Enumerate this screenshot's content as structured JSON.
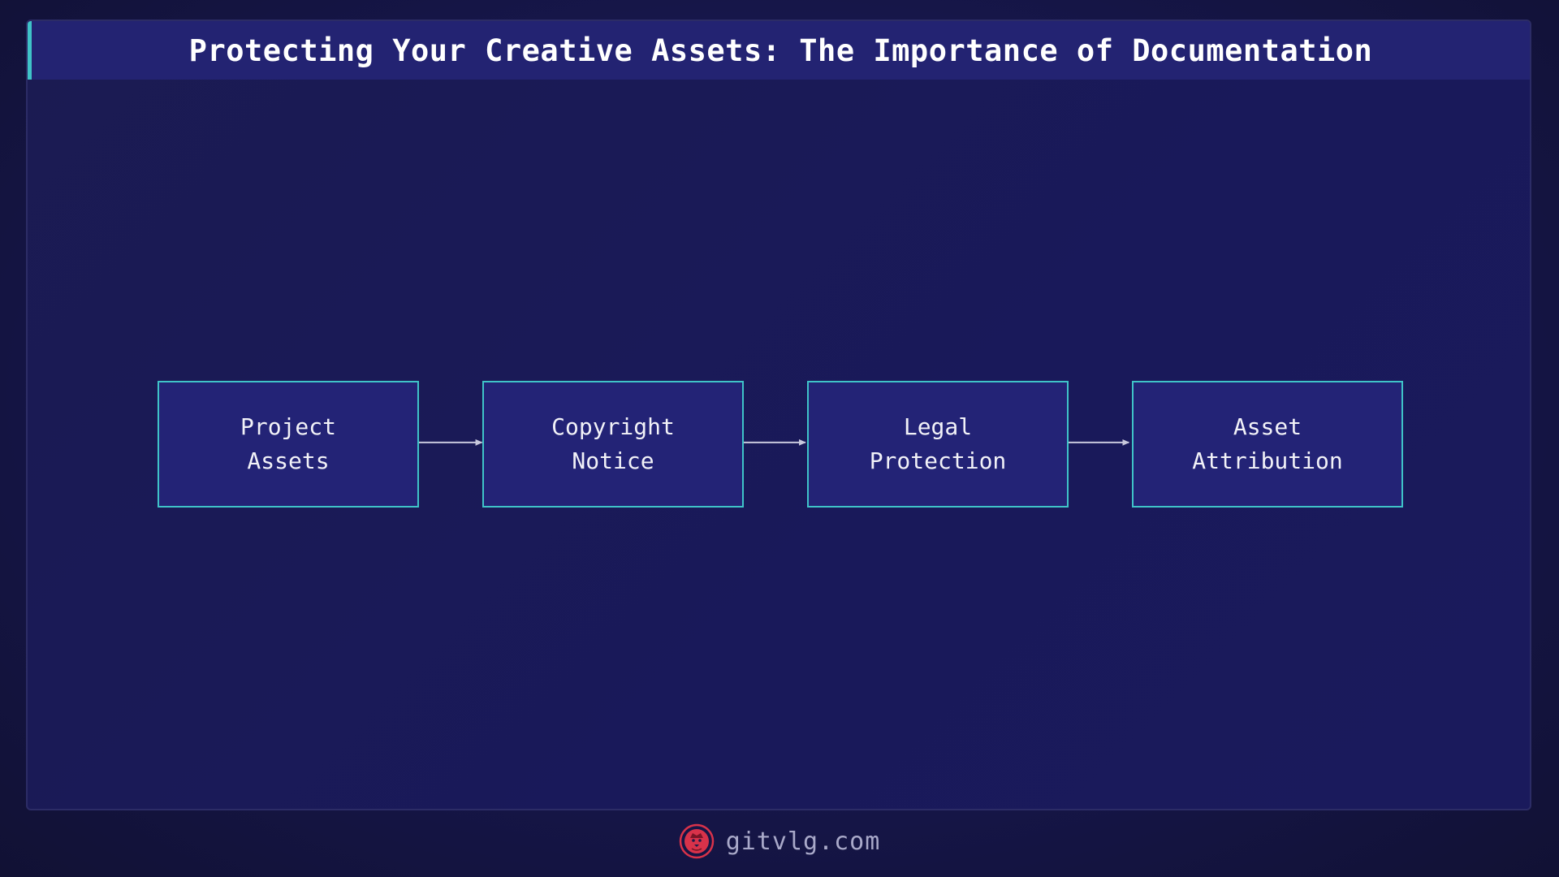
{
  "title": "Protecting Your Creative Assets: The Importance of Documentation",
  "diagram": {
    "nodes": [
      {
        "id": "project-assets",
        "label": "Project\nAssets"
      },
      {
        "id": "copyright-notice",
        "label": "Copyright\nNotice"
      },
      {
        "id": "legal-protection",
        "label": "Legal\nProtection"
      },
      {
        "id": "asset-attribution",
        "label": "Asset\nAttribution"
      }
    ],
    "edges": [
      {
        "from": "project-assets",
        "to": "copyright-notice"
      },
      {
        "from": "copyright-notice",
        "to": "legal-protection"
      },
      {
        "from": "legal-protection",
        "to": "asset-attribution"
      }
    ]
  },
  "footer": {
    "site": "gitvlg.com",
    "logo_icon": "lion-head-icon"
  },
  "colors": {
    "accent": "#3fc3c8",
    "node_fill": "#232376",
    "title_bar": "#232372",
    "logo": "#d8324a"
  }
}
